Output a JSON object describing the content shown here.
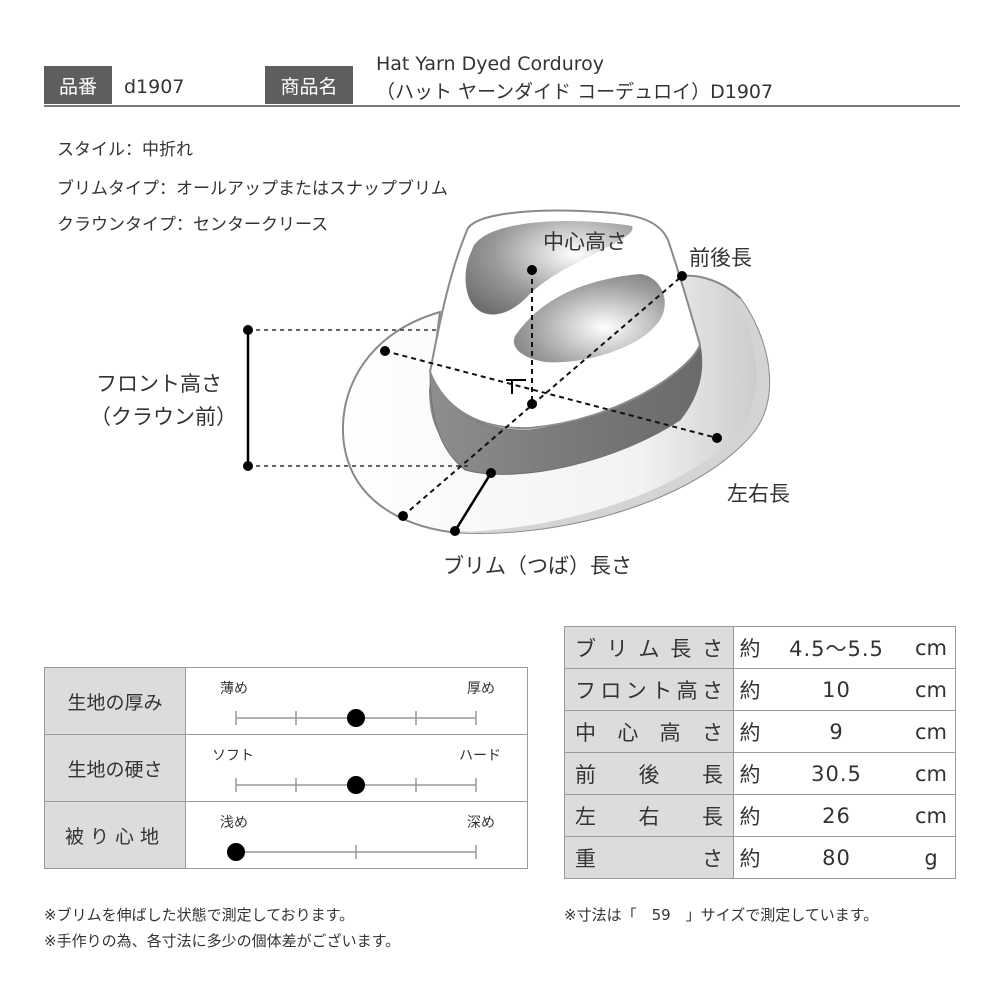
{
  "header": {
    "item_number_label": "品番",
    "item_number": "d1907",
    "product_name_label": "商品名",
    "product_name_en": "Hat Yarn Dyed Corduroy",
    "product_name_jp": "（ハット ヤーンダイド コーデュロイ）D1907"
  },
  "specs": {
    "style": "スタイル：中折れ",
    "brim_type": "ブリムタイプ：オールアップまたはスナップブリム",
    "crown_type": "クラウンタイプ：センタークリース"
  },
  "diagram": {
    "center_height": "中心高さ",
    "front_back_length": "前後長",
    "front_height": "フロント高さ",
    "front_height_sub": "（クラウン前）",
    "left_right_length": "左右長",
    "brim_length": "ブリム（つば）長さ"
  },
  "fabric": [
    {
      "label": "生地の厚み",
      "left": "薄め",
      "right": "厚め",
      "position": 0.5,
      "ticks": 5
    },
    {
      "label": "生地の硬さ",
      "left": "ソフト",
      "right": "ハード",
      "position": 0.5,
      "ticks": 5
    },
    {
      "label": "被り心地",
      "left": "浅め",
      "right": "深め",
      "position": 0.0,
      "ticks": 3
    }
  ],
  "sizes": [
    {
      "label": "ブリム長さ",
      "about": "約",
      "value": "4.5～5.5",
      "unit": "cm"
    },
    {
      "label": "フロント高さ",
      "about": "約",
      "value": "10",
      "unit": "cm"
    },
    {
      "label": "中心高さ",
      "about": "約",
      "value": "9",
      "unit": "cm"
    },
    {
      "label": "前後長",
      "about": "約",
      "value": "30.5",
      "unit": "cm"
    },
    {
      "label": "左右長",
      "about": "約",
      "value": "26",
      "unit": "cm"
    },
    {
      "label": "重さ",
      "about": "約",
      "value": "80",
      "unit": "g"
    }
  ],
  "notes": {
    "note1": "※ブリムを伸ばした状態で測定しております。",
    "note2": "※手作りの為、各寸法に多少の個体差がございます。",
    "size_note": "※寸法は「　59　」サイズで測定しています。"
  },
  "colors": {
    "header_bg": "#5e5e5e",
    "table_head_bg": "#dcdcdc",
    "border": "#9a9a9a"
  }
}
